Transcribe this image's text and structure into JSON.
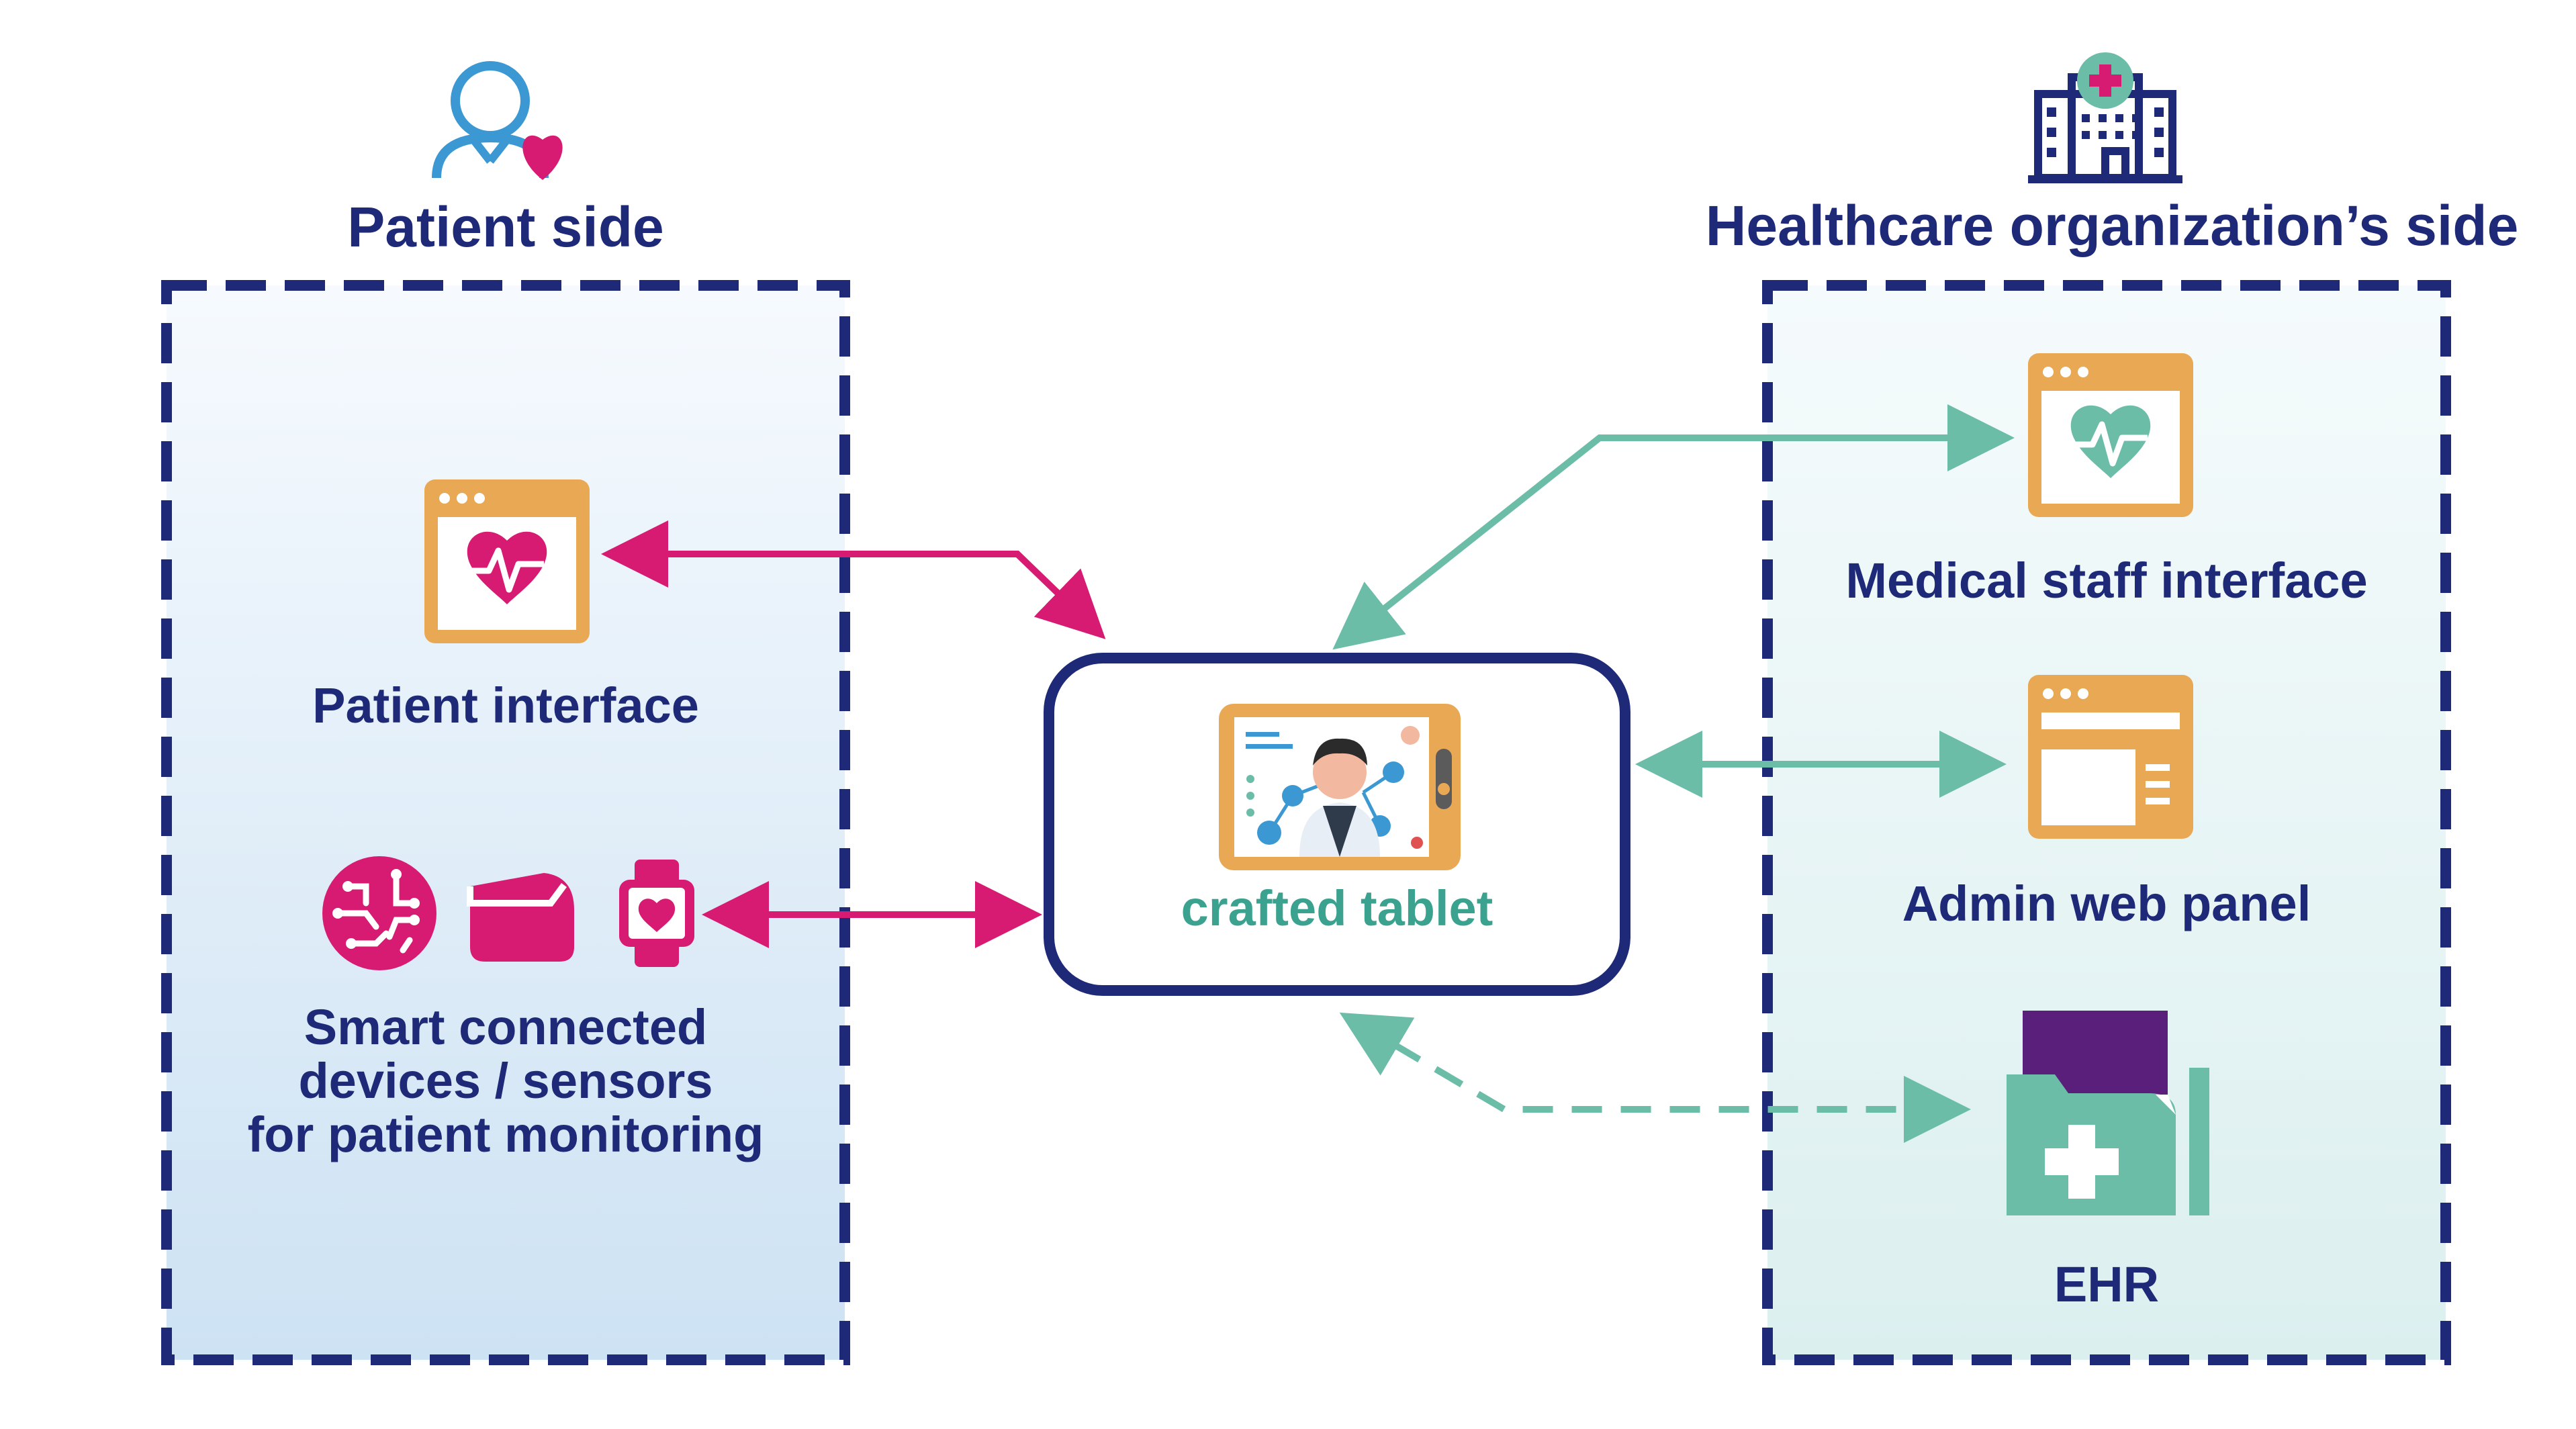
{
  "patient_side": {
    "title": "Patient side",
    "patient_interface": "Patient interface",
    "devices_line1": "Smart connected",
    "devices_line2": "devices / sensors",
    "devices_line3": "for patient monitoring"
  },
  "center": {
    "label": "crafted tablet"
  },
  "org_side": {
    "title": "Healthcare organization’s side",
    "medical_staff_interface": "Medical staff interface",
    "admin_web_panel": "Admin web panel",
    "ehr": "EHR"
  },
  "colors": {
    "navy": "#1e2a78",
    "magenta": "#d81b72",
    "teal": "#6cbda8",
    "orange": "#e9a854",
    "purple": "#5a1f7a"
  }
}
